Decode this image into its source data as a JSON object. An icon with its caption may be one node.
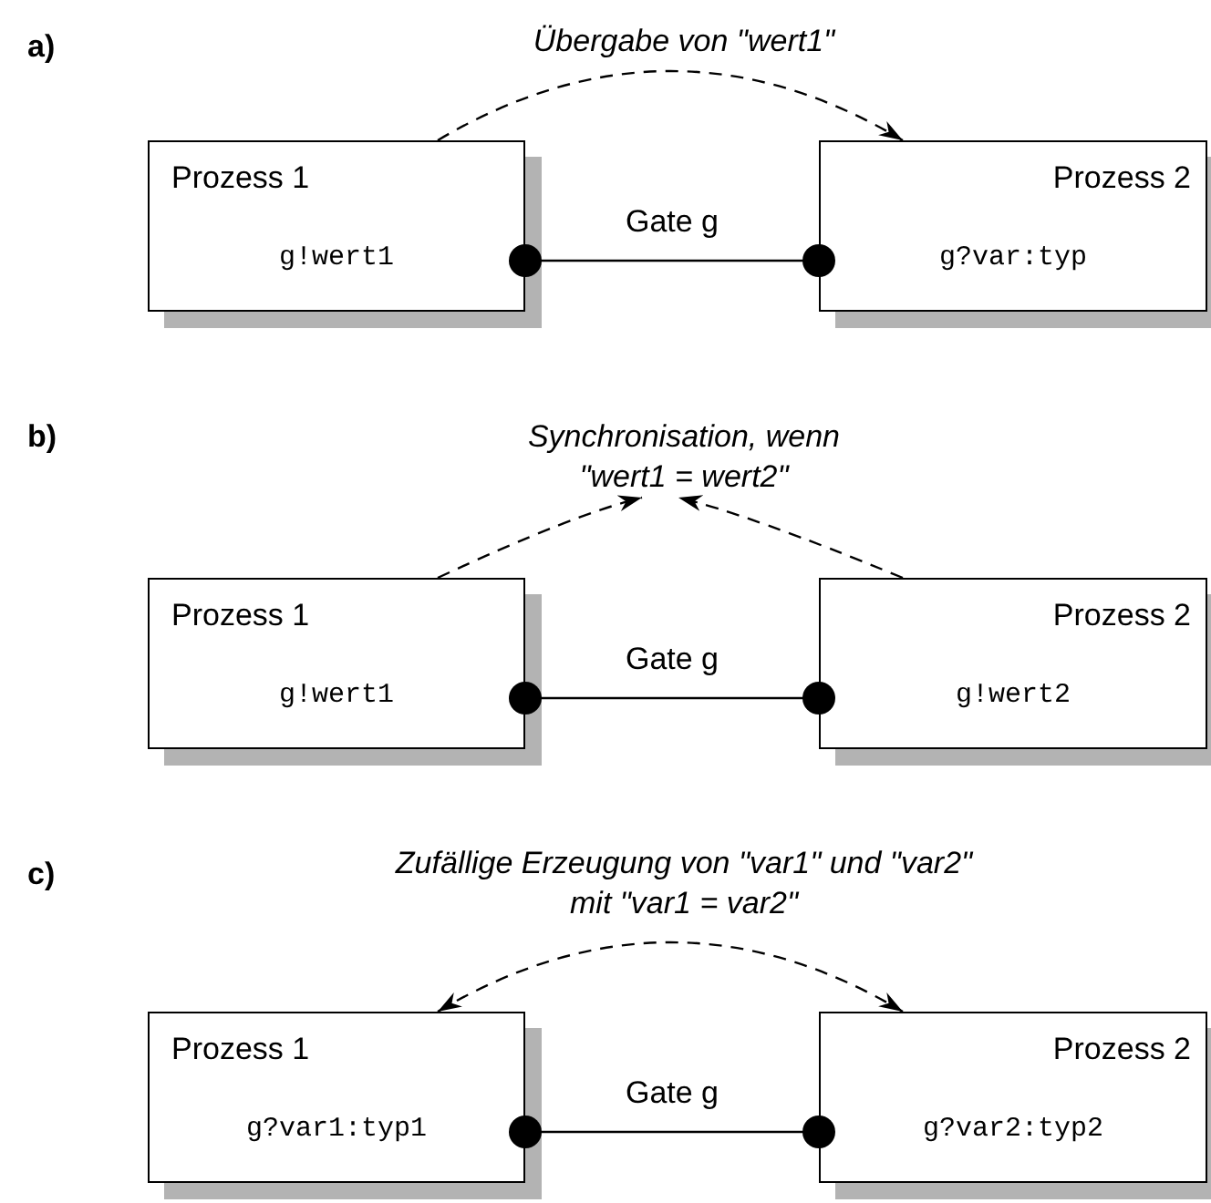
{
  "diagram": {
    "nodes": [
      {
        "text": [
          "Prozess 1",
          "g!wert1"
        ]
      },
      {
        "text": [
          "Prozess 2",
          "g?var:typ"
        ]
      },
      {
        "text": [
          "Synchronisation, wenn \"wert1 = wert2\""
        ]
      },
      {
        "text": [
          "Prozess 1",
          "g!wert1"
        ]
      },
      {
        "text": [
          "Prozess 2",
          "g!wert2"
        ]
      },
      {
        "text": [
          "Prozess 1",
          "g?var1:typ1"
        ]
      },
      {
        "text": [
          "Prozess 2",
          "g?var2:typ2"
        ]
      }
    ],
    "edges": [
      {
        "from": 0,
        "to": 1,
        "arrow": "other",
        "label": "Gate g"
      },
      {
        "from": 0,
        "to": 1,
        "arrow": "to",
        "style": "dashed",
        "label": "Übergabe von \"wert1\""
      },
      {
        "from": 3,
        "to": 4,
        "arrow": "other",
        "label": "Gate g"
      },
      {
        "from": 3,
        "to": 2,
        "arrow": "to",
        "style": "dashed"
      },
      {
        "from": 4,
        "to": 2,
        "arrow": "to",
        "style": "dashed"
      },
      {
        "from": 5,
        "to": 6,
        "arrow": "other",
        "label": "Gate g"
      },
      {
        "from": 5,
        "to": 6,
        "arrow": "both",
        "style": "dashed",
        "label": "Zufällige Erzeugung von \"var1\" und \"var2\" mit \"var1 = var2\""
      }
    ],
    "labels": [
      "a)",
      "b)",
      "c)"
    ]
  }
}
